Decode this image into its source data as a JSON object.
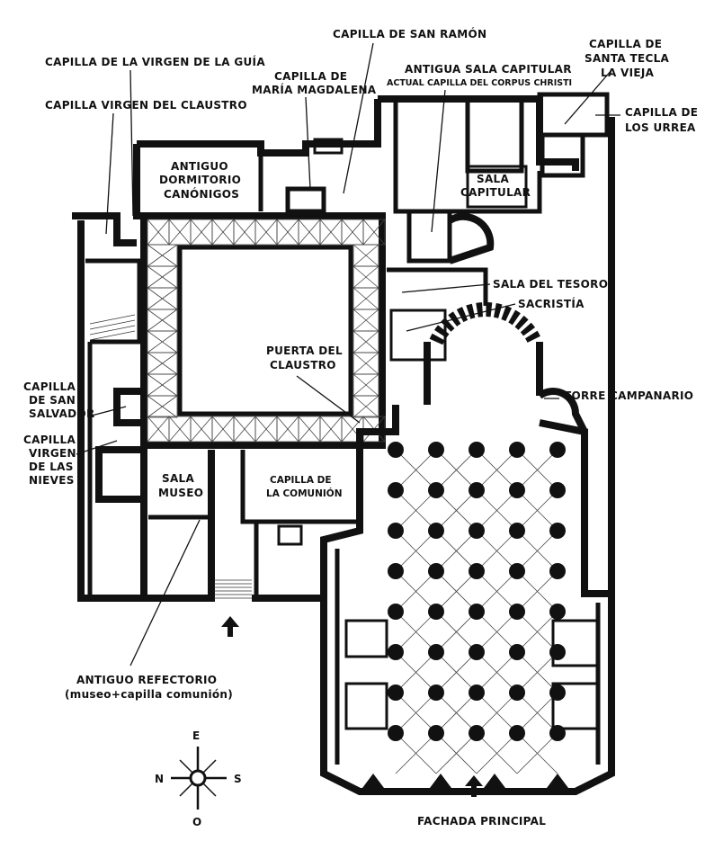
{
  "labels": {
    "capilla_san_ramon": "CAPILLA DE SAN RAMÓN",
    "capilla_virgen_guia": "CAPILLA DE LA VIRGEN DE LA GUÍA",
    "capilla_maria_magdalena_1": "CAPILLA DE",
    "capilla_maria_magdalena_2": "MARÍA MAGDALENA",
    "antigua_sala_capitular": "ANTIGUA SALA CAPITULAR",
    "actual_capilla_corpus": "ACTUAL CAPILLA DEL CORPUS CHRISTI",
    "capilla_santa_tecla_1": "CAPILLA DE",
    "capilla_santa_tecla_2": "SANTA TECLA",
    "capilla_santa_tecla_3": "LA VIEJA",
    "capilla_virgen_claustro": "CAPILLA VIRGEN DEL CLAUSTRO",
    "capilla_urrea_1": "CAPILLA DE",
    "capilla_urrea_2": "LOS URREA",
    "antiguo_dormitorio_1": "ANTIGUO",
    "antiguo_dormitorio_2": "DORMITORIO",
    "antiguo_dormitorio_3": "CANÓNIGOS",
    "sala_capitular_1": "SALA",
    "sala_capitular_2": "CAPITULAR",
    "sala_tesoro": "SALA DEL TESORO",
    "sacristia": "SACRISTÍA",
    "puerta_claustro_1": "PUERTA DEL",
    "puerta_claustro_2": "CLAUSTRO",
    "torre_campanario": "TORRE CAMPANARIO",
    "capilla_san_salvador_1": "CAPILLA",
    "capilla_san_salvador_2": "DE SAN",
    "capilla_san_salvador_3": "SALVADOR",
    "capilla_virgen_nieves_1": "CAPILLA",
    "capilla_virgen_nieves_2": "VIRGEN",
    "capilla_virgen_nieves_3": "DE LAS",
    "capilla_virgen_nieves_4": "NIEVES",
    "sala_museo_1": "SALA",
    "sala_museo_2": "MUSEO",
    "capilla_comunion_1": "CAPILLA DE",
    "capilla_comunion_2": "LA COMUNIÓN",
    "antiguo_refectorio_1": "ANTIGUO REFECTORIO",
    "antiguo_refectorio_2": "(museo+capilla comunión)",
    "fachada_principal": "FACHADA PRINCIPAL"
  },
  "compass": {
    "east": "E",
    "north": "N",
    "south": "S",
    "west": "O"
  }
}
